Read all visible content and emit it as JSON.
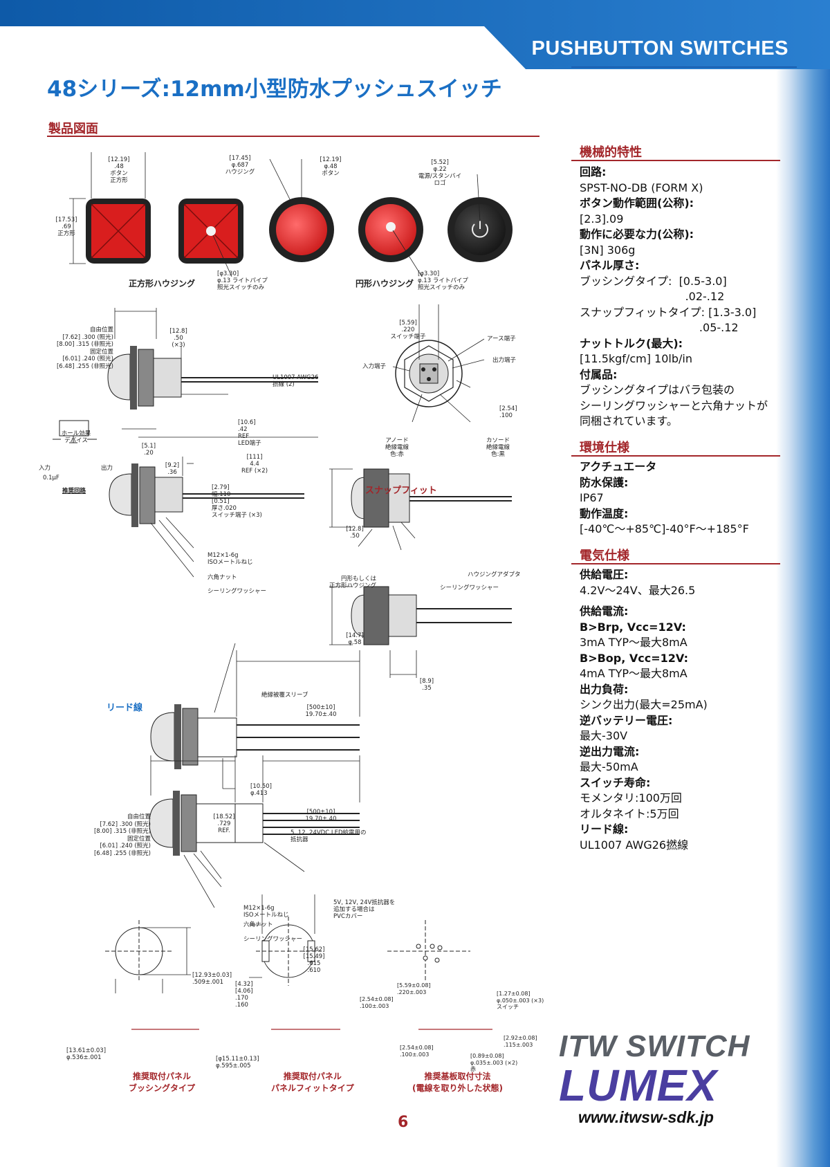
{
  "header": {
    "title": "Pushbutton Switches",
    "title_display": "PUSHBUTTON SWITCHES"
  },
  "main_title": "48シリーズ:12mm小型防水プッシュスイッチ",
  "drawing_section": {
    "title": "製品図面",
    "top_row": {
      "dim_button_sq": [
        "[12.19]",
        ".48",
        "ボタン",
        "正方形"
      ],
      "dim_height_sq": [
        "[17.53]",
        ".69",
        "正方形"
      ],
      "dim_housing": [
        "[17.45]",
        "φ.687",
        "ハウジング"
      ],
      "dim_button_rd": [
        "[12.19]",
        "φ.48",
        "ボタン"
      ],
      "dim_logo": [
        "[5.52]",
        "φ.22",
        "電源/スタンバイ",
        "ロゴ"
      ],
      "label_square": "正方形ハウジング",
      "label_round": "円形ハウジング",
      "lightpipe_sq": [
        "[φ3.30]",
        "φ.13 ライトパイプ",
        "照光スイッチのみ"
      ],
      "lightpipe_rd": [
        "[φ3.30]",
        "φ.13 ライトパイプ",
        "照光スイッチのみ"
      ]
    },
    "side_view": {
      "free_pos": [
        "自由位置",
        "[7.62] .300 (照光)",
        "[8.00] .315 (非照光)",
        "固定位置",
        "[6.01] .240 (照光)",
        "[6.48] .255 (非照光)"
      ],
      "dim_12_8": [
        "[12.8]",
        ".50",
        "(×3)"
      ],
      "wire": [
        "UL1007 AWG26",
        "撚線 (2)"
      ],
      "led_ref": [
        "[10.6]",
        ".42",
        "REF",
        "LED端子"
      ],
      "dim_5_1": [
        "[5.1]",
        ".20"
      ],
      "dim_9_2": [
        "[9.2]",
        ".36"
      ],
      "dim_111": [
        "[111]",
        "4.4",
        "REF (×2)"
      ]
    },
    "circuit": {
      "device": [
        "ホール効果",
        "デバイス"
      ],
      "input": "入力",
      "output": "出力",
      "cap": "0.1μF",
      "caption": "推奨回路"
    },
    "rear_view": {
      "dim": [
        "[5.59]",
        ".220",
        "スイッチ端子"
      ],
      "earth": "アース端子",
      "input": "入力端子",
      "output": "出力端子",
      "dim_254": [
        "[2.54]",
        ".100"
      ],
      "anode": [
        "アノード",
        "絶縁電線",
        "色:赤"
      ],
      "cathode": [
        "カソード",
        "絶縁電線",
        "色:黒"
      ]
    },
    "terminals": {
      "dims": [
        "[2.79]",
        "幅.110",
        "[0.51]",
        "厚さ.020",
        "スイッチ端子 (×3)"
      ],
      "thread": [
        "M12×1-6g",
        "ISOメートルねじ"
      ],
      "nut": "六角ナット",
      "washer": "シーリングワッシャー"
    },
    "snapfit": {
      "title": "スナップフィット",
      "dim": [
        "[12.8]",
        ".50"
      ],
      "housing": [
        "円形もしくは",
        "正方形ハウジング"
      ],
      "adapter": "ハウジングアダプタ",
      "washer": "シーリングワッシャー",
      "dim_147": [
        "[14.7]",
        "φ.58"
      ],
      "dim_89": [
        "[8.9]",
        ".35"
      ]
    },
    "leads": {
      "title": "リード線",
      "sleeve": "絶縁被覆スリーブ",
      "dim_500": [
        "[500±10]",
        "19.70±.40"
      ],
      "dim_1050": [
        "[10.50]",
        "φ.413"
      ]
    },
    "resistor_view": {
      "free_pos": [
        "自由位置",
        "[7.62] .300 (照光)",
        "[8.00] .315 (非照光)",
        "固定位置",
        "[6.01] .240 (照光)",
        "[6.48] .255 (非照光)"
      ],
      "dim_1852": [
        "[18.52]",
        ".729",
        "REF."
      ],
      "dim_500": [
        "[500±10]",
        "19.70±.40"
      ],
      "resistor": [
        "5, 12, 24VDC LED給電用の",
        "抵抗器"
      ],
      "pvc": [
        "5V, 12V, 24V抵抗器を",
        "追加する場合は",
        "PVCカバー"
      ],
      "thread": [
        "M12×1-6g",
        "ISOメートルねじ"
      ],
      "nut": "六角ナット",
      "washer": "シーリングワッシャー"
    },
    "bottom": {
      "p1_dims": [
        "[12.93±0.03]",
        ".509±.001",
        "[13.61±0.03]",
        "φ.536±.001"
      ],
      "p1_caption": [
        "推奨取付パネル",
        "ブッシングタイプ"
      ],
      "p2_dims": [
        "[15.62]",
        "[15.49]",
        ".615",
        ".610",
        "[4.32]",
        "[4.06]",
        ".170",
        ".160",
        "[φ15.11±0.13]",
        "φ.595±.005"
      ],
      "p2_caption": [
        "推奨取付パネル",
        "パネルフィットタイプ"
      ],
      "p3_dims": [
        "[5.59±0.08]",
        ".220±.003",
        "[2.54±0.08]",
        ".100±.003",
        "[1.27±0.08]",
        "φ.050±.003 (×3)",
        "スイッチ",
        "[2.92±0.08]",
        ".115±.003",
        "[2.54±0.08]",
        ".100±.003",
        "[0.89±0.08]",
        "φ.035±.003 (×2)",
        "赤"
      ],
      "p3_caption": [
        "推奨基板取付寸法",
        "(電線を取り外した状態)"
      ]
    }
  },
  "mechanical": {
    "title": "機械的特性",
    "lines": [
      {
        "t": "回路:",
        "b": true
      },
      {
        "t": "SPST-NO-DB (FORM X)",
        "b": false
      },
      {
        "t": "ボタン動作範囲(公称):",
        "b": true
      },
      {
        "t": "[2.3].09",
        "b": false
      },
      {
        "t": "動作に必要な力(公称):",
        "b": true
      },
      {
        "t": "[3N] 306g",
        "b": false
      },
      {
        "t": "パネル厚さ:",
        "b": true
      },
      {
        "t": "ブッシングタイプ:  [0.5-3.0]",
        "b": false
      },
      {
        "t": "                              .02-.12",
        "b": false
      },
      {
        "t": "スナップフィットタイプ: [1.3-3.0]",
        "b": false
      },
      {
        "t": "                                  .05-.12",
        "b": false
      },
      {
        "t": "ナットトルク(最大):",
        "b": true
      },
      {
        "t": "[11.5kgf/cm] 10lb/in",
        "b": false
      },
      {
        "t": "付属品:",
        "b": true
      },
      {
        "t": "ブッシングタイプはバラ包装の",
        "b": false
      },
      {
        "t": "シーリングワッシャーと六角ナットが",
        "b": false
      },
      {
        "t": "同梱されています。",
        "b": false
      }
    ]
  },
  "environment": {
    "title": "環境仕様",
    "lines": [
      {
        "t": "アクチュエータ",
        "b": true
      },
      {
        "t": "防水保護:",
        "b": true
      },
      {
        "t": "IP67",
        "b": false
      },
      {
        "t": "動作温度:",
        "b": true
      },
      {
        "t": "[-40℃〜+85℃]-40°F〜+185°F",
        "b": false
      }
    ]
  },
  "electrical": {
    "title": "電気仕様",
    "lines": [
      {
        "t": "供給電圧:",
        "b": true
      },
      {
        "t": "4.2V〜24V、最大26.5",
        "b": false
      },
      {
        "t": "",
        "b": false
      },
      {
        "t": "供給電流:",
        "b": true
      },
      {
        "t": "B>Brp, Vcc=12V:",
        "b": true
      },
      {
        "t": "3mA TYP〜最大8mA",
        "b": false
      },
      {
        "t": "B>Bop, Vcc=12V:",
        "b": true
      },
      {
        "t": "4mA TYP〜最大8mA",
        "b": false
      },
      {
        "t": "出力負荷:",
        "b": true
      },
      {
        "t": "シンク出力(最大=25mA)",
        "b": false
      },
      {
        "t": "逆バッテリー電圧:",
        "b": true
      },
      {
        "t": "最大-30V",
        "b": false
      },
      {
        "t": "逆出力電流:",
        "b": true
      },
      {
        "t": "最大-50mA",
        "b": false
      },
      {
        "t": "スイッチ寿命:",
        "b": true
      },
      {
        "t": "モメンタリ:100万回",
        "b": false
      },
      {
        "t": "オルタネイト:5万回",
        "b": false
      },
      {
        "t": "リード線:",
        "b": true
      },
      {
        "t": "UL1007 AWG26撚線",
        "b": false
      }
    ]
  },
  "logo": {
    "line1": "ITW SWITCH",
    "line2": "LUMEX"
  },
  "url": "www.itwsw-sdk.jp",
  "page_number": "6",
  "colors": {
    "accent": "#1a6fc4",
    "section": "#a3262a",
    "red_button": "#e02a2a"
  }
}
